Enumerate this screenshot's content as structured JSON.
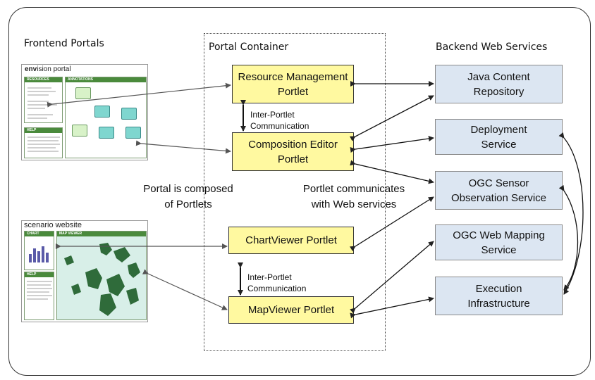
{
  "sections": {
    "frontend": "Frontend Portals",
    "container": "Portal Container",
    "backend": "Backend Web Services"
  },
  "portlets": {
    "resource_management": [
      "Resource Management",
      "Portlet"
    ],
    "composition_editor": [
      "Composition Editor",
      "Portlet"
    ],
    "chartviewer": "ChartViewer Portlet",
    "mapviewer": "MapViewer Portlet"
  },
  "inter_portlet": [
    "Inter-Portlet",
    "Communication"
  ],
  "services": {
    "jcr": [
      "Java Content",
      "Repository"
    ],
    "deployment": [
      "Deployment",
      "Service"
    ],
    "sos": [
      "OGC Sensor",
      "Observation Service"
    ],
    "wms": [
      "OGC Web Mapping",
      "Service"
    ],
    "execution": [
      "Execution",
      "Infrastructure"
    ]
  },
  "captions": {
    "portal": [
      "Portal is composed",
      "of Portlets"
    ],
    "portlet_ws": [
      "Portlet communicates",
      "with Web services"
    ]
  },
  "envision": {
    "logo_bold": "env",
    "logo_rest": "ision portal",
    "resources_head": "RESOURCES",
    "annotations_head": "ANNOTATIONS",
    "help_head": "HELP"
  },
  "scenario": {
    "title": "scenario website",
    "chart_head": "CHART",
    "map_head": "MAP VIEWER",
    "help_head": "HELP"
  },
  "colors": {
    "portlet_fill": "#fff9a0",
    "service_fill": "#dce6f2",
    "pane_header": "#4a8a3c",
    "map_water": "#d8efe8",
    "map_land": "#2f6b3a",
    "chart_bar": "#5a5aa8"
  }
}
